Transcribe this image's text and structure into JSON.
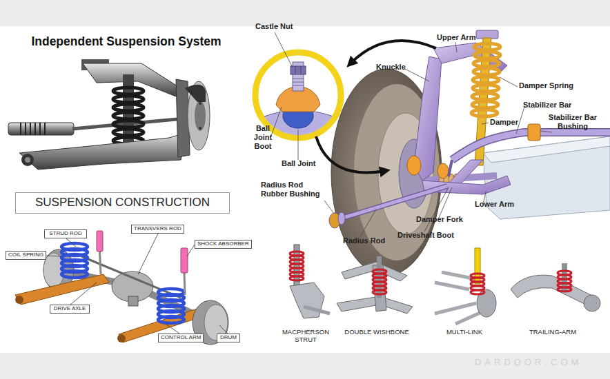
{
  "diagram": {
    "title": "Independent Suspension System",
    "nodes": [
      {
        "text": [
          "SUSPENSION CONSTRUCTION"
        ]
      },
      {
        "text": [
          "STRUD ROD"
        ]
      },
      {
        "text": [
          "TRANSVERS ROD"
        ]
      },
      {
        "text": [
          "SHOCK ABSORBER"
        ]
      },
      {
        "text": [
          "COIL SPRING"
        ]
      },
      {
        "text": [
          "DRIVE AXLE"
        ]
      },
      {
        "text": [
          "CONTROL ARM"
        ]
      },
      {
        "text": [
          "DRUM"
        ]
      }
    ],
    "labels": [
      "Castle Nut",
      "Upper Arm",
      "Knuckle",
      "Damper Spring",
      "Stabilizer Bar",
      "Stabilizer Bar Bushing",
      "Damper",
      "Ball Joint Boot",
      "Ball Joint",
      "Radius Rod Rubber Bushing",
      "Lower Arm",
      "Damper Fork",
      "Driveshaft Boot",
      "Radius Rod",
      "MACPHERSON STRUT",
      "DOUBLE WISHBONE",
      "MULTI-LINK",
      "TRAILING-ARM",
      "DARDOOR.COM"
    ]
  }
}
